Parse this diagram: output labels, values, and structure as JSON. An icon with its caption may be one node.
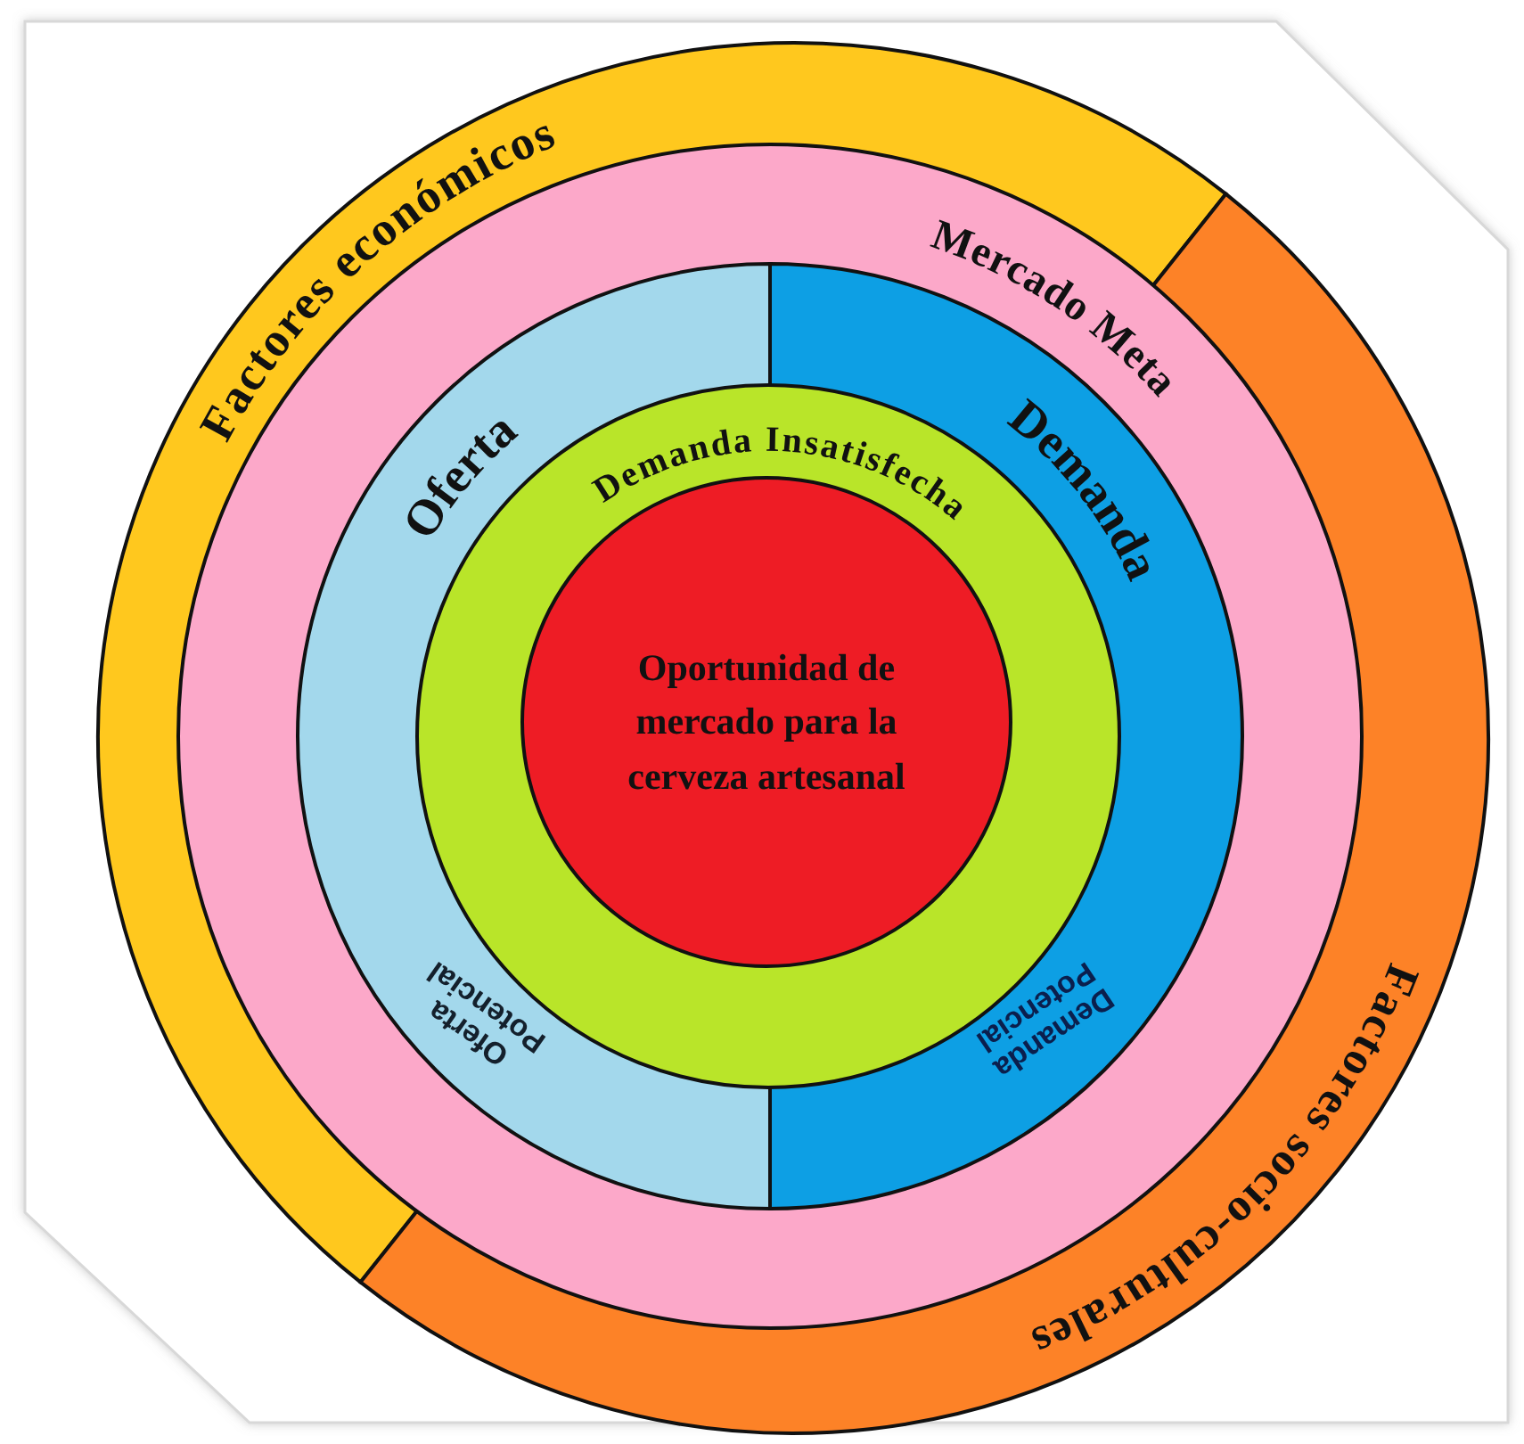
{
  "diagram": {
    "nodes": [
      {
        "text": [
          "Factores económicos"
        ]
      },
      {
        "text": [
          "Factores socio-culturales"
        ]
      },
      {
        "text": [
          "Mercado Meta"
        ]
      },
      {
        "text": [
          "Oferta",
          "Oferta Potencial"
        ],
        "in": 2
      },
      {
        "text": [
          "Demanda",
          "Demanda Potencial"
        ],
        "in": 2
      },
      {
        "text": [
          "Demanda Insatisfecha"
        ],
        "in": 2
      },
      {
        "text": [
          "Oportunidad de mercado para la cerveza artesanal"
        ],
        "in": 5
      }
    ]
  }
}
